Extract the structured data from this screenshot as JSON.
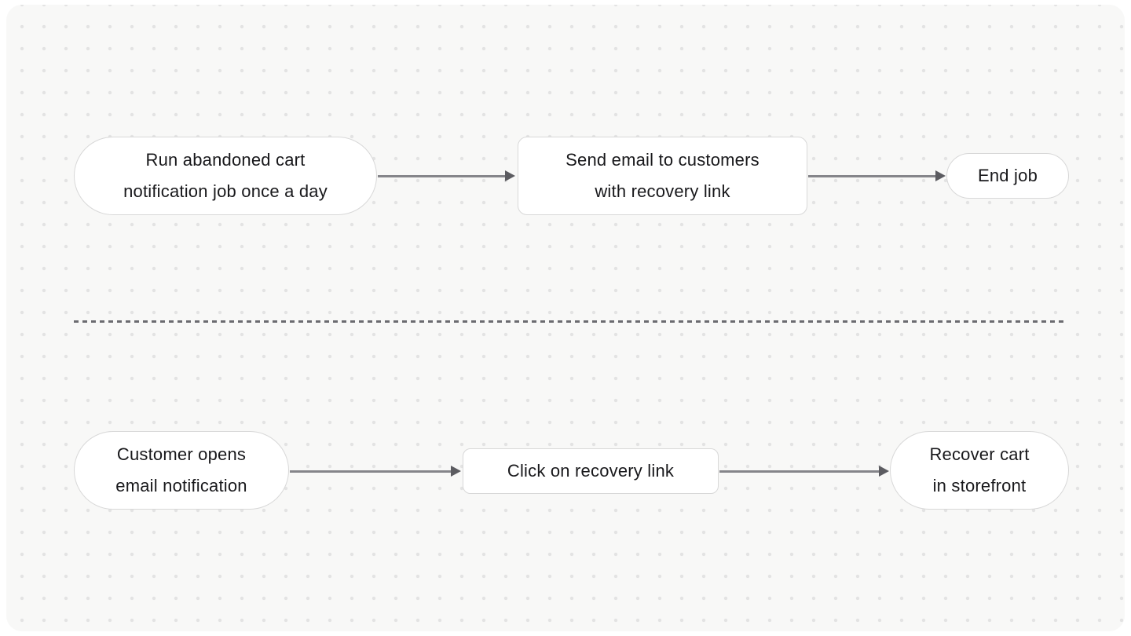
{
  "canvas": {
    "background": "#f8f8f7",
    "dot_color": "#e3e3e3",
    "node_fill": "#ffffff",
    "node_border": "#d8d8d8",
    "text_color": "#18181b",
    "arrow_shaft_color": "#85858a",
    "arrowhead_color": "#5c5c61",
    "divider_color": "#6b6b70"
  },
  "flows": [
    {
      "name": "automated-job-flow",
      "nodes": [
        {
          "id": "run-job",
          "shape": "pill",
          "lines": [
            "Run abandoned cart",
            "notification job once a day"
          ]
        },
        {
          "id": "send-email",
          "shape": "rect",
          "lines": [
            "Send email to customers",
            "with recovery link"
          ]
        },
        {
          "id": "end-job",
          "shape": "pill",
          "lines": [
            "End job"
          ]
        }
      ]
    },
    {
      "name": "customer-flow",
      "nodes": [
        {
          "id": "open-email",
          "shape": "pill",
          "lines": [
            "Customer opens",
            "email notification"
          ]
        },
        {
          "id": "click-link",
          "shape": "rect",
          "lines": [
            "Click on recovery link"
          ]
        },
        {
          "id": "recover-cart",
          "shape": "pill",
          "lines": [
            "Recover cart",
            "in storefront"
          ]
        }
      ]
    }
  ]
}
